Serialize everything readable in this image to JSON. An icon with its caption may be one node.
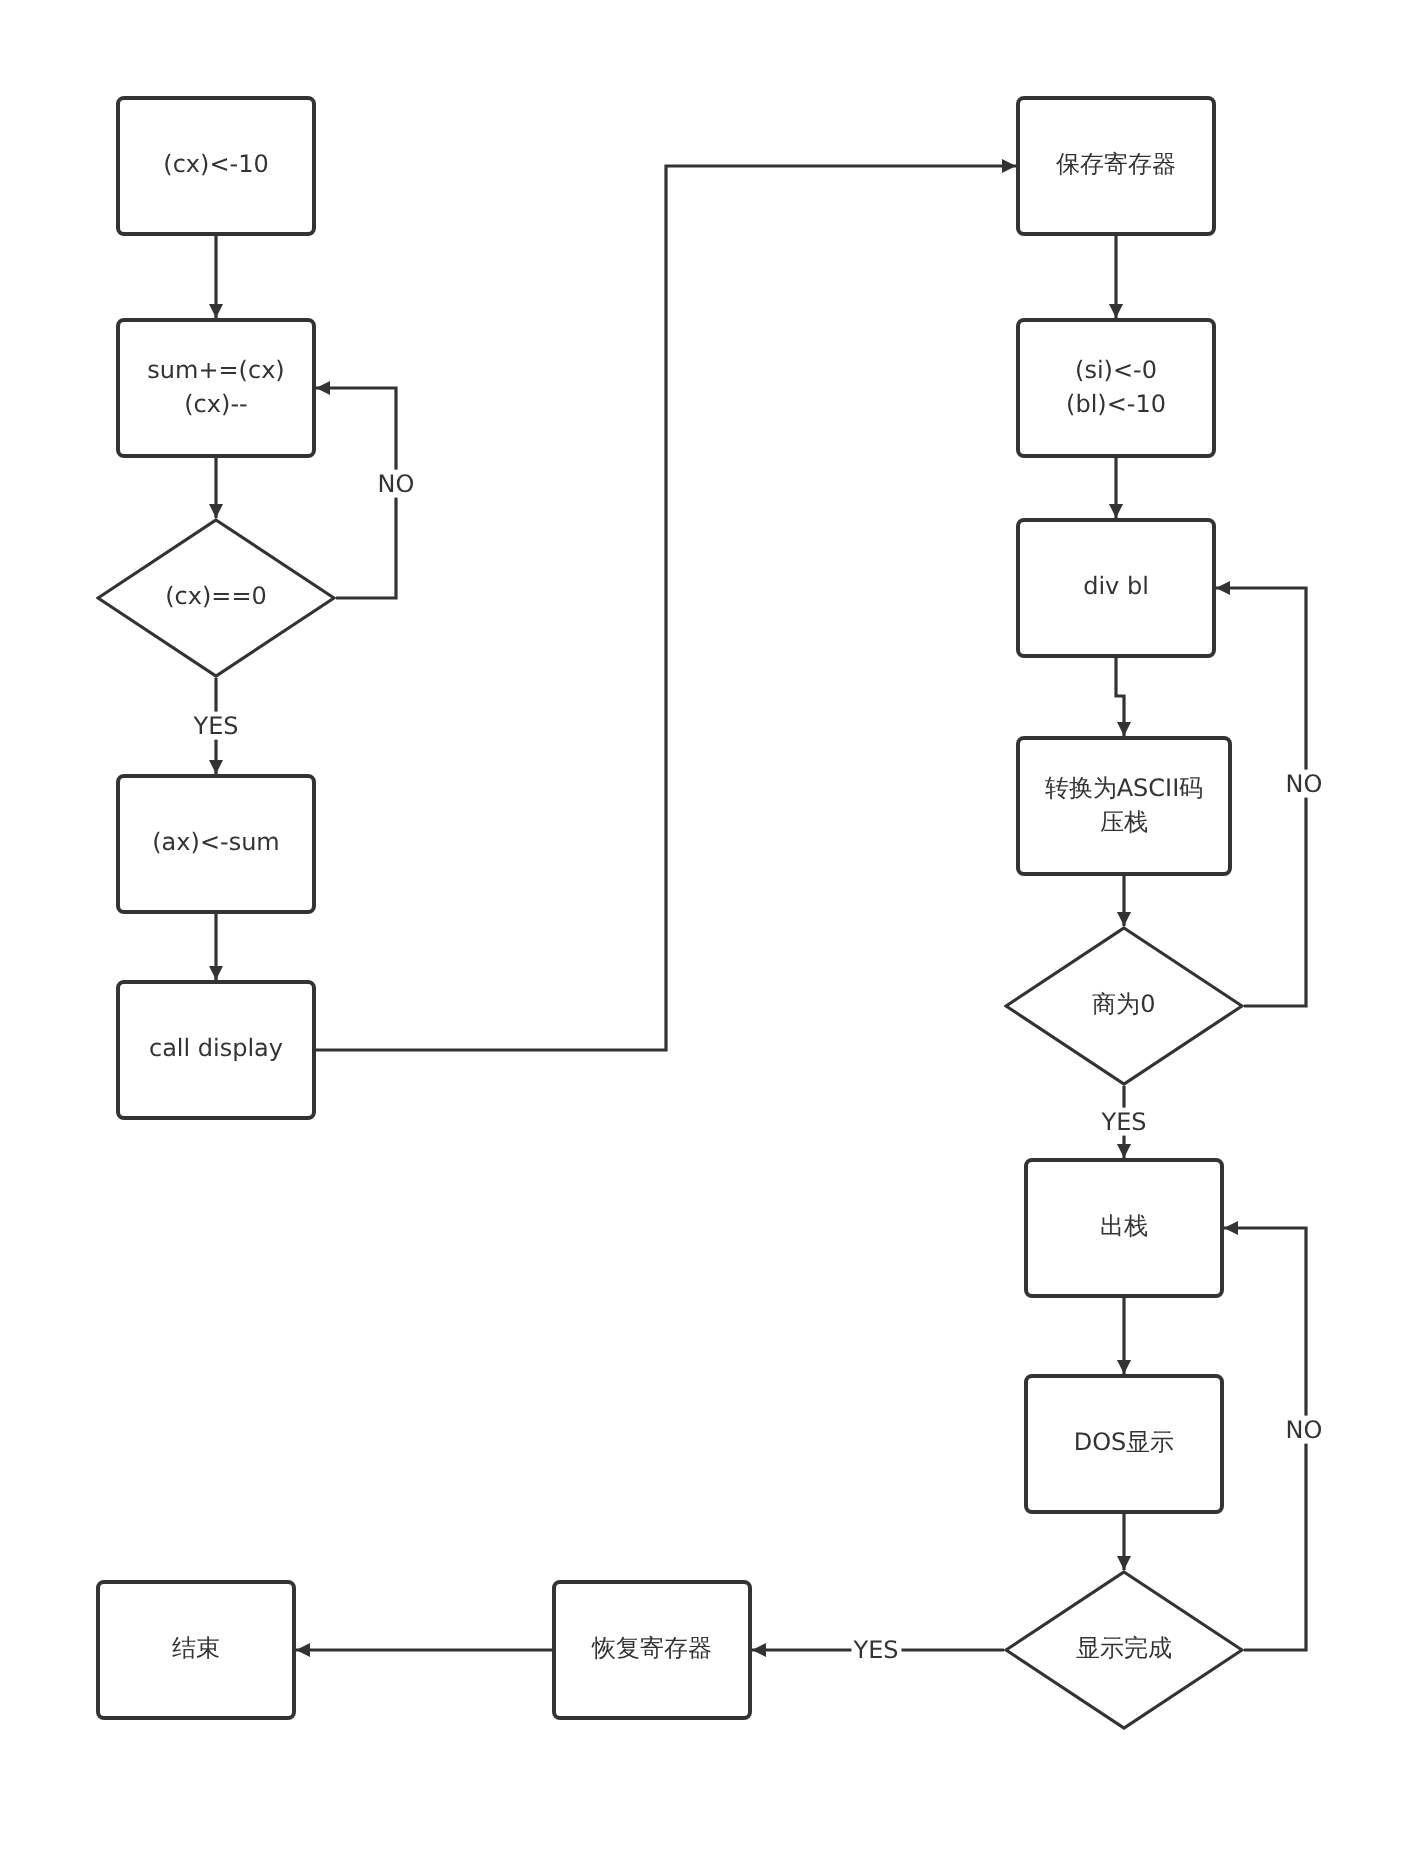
{
  "diagram": {
    "nodes": [
      {
        "text": [
          "(cx)<-10"
        ]
      },
      {
        "text": [
          "sum+=(cx) (cx)--"
        ]
      },
      {
        "text": [
          "(cx)==0"
        ]
      },
      {
        "text": [
          "(ax)<-sum"
        ]
      },
      {
        "text": [
          "call display"
        ]
      },
      {
        "text": [
          "保存寄存器"
        ]
      },
      {
        "text": [
          "(si)<-0 (bl)<-10"
        ]
      },
      {
        "text": [
          "div bl"
        ]
      },
      {
        "text": [
          "转换为ASCII码压栈"
        ]
      },
      {
        "text": [
          "商为0"
        ]
      },
      {
        "text": [
          "出栈"
        ]
      },
      {
        "text": [
          "DOS显示"
        ]
      },
      {
        "text": [
          "显示完成"
        ]
      },
      {
        "text": [
          "恢复寄存器"
        ]
      },
      {
        "text": [
          "结束"
        ]
      }
    ],
    "edges": [
      {
        "from": 0,
        "to": 1,
        "arrow": "to"
      },
      {
        "from": 1,
        "to": 2,
        "arrow": "to"
      },
      {
        "from": 2,
        "to": 1,
        "arrow": "to",
        "label": "NO"
      },
      {
        "from": 2,
        "to": 3,
        "arrow": "to",
        "label": "YES"
      },
      {
        "from": 3,
        "to": 4,
        "arrow": "to"
      },
      {
        "from": 4,
        "to": 5,
        "arrow": "to"
      },
      {
        "from": 5,
        "to": 6,
        "arrow": "to"
      },
      {
        "from": 6,
        "to": 7,
        "arrow": "to"
      },
      {
        "from": 7,
        "to": 8,
        "arrow": "to"
      },
      {
        "from": 8,
        "to": 9,
        "arrow": "to"
      },
      {
        "from": 9,
        "to": 7,
        "arrow": "to",
        "label": "NO"
      },
      {
        "from": 9,
        "to": 10,
        "arrow": "to",
        "label": "YES"
      },
      {
        "from": 10,
        "to": 11,
        "arrow": "to"
      },
      {
        "from": 11,
        "to": 12,
        "arrow": "to"
      },
      {
        "from": 12,
        "to": 10,
        "arrow": "to",
        "label": "NO"
      },
      {
        "from": 12,
        "to": 13,
        "arrow": "to",
        "label": "YES"
      },
      {
        "from": 13,
        "to": 14,
        "arrow": "to"
      }
    ]
  }
}
